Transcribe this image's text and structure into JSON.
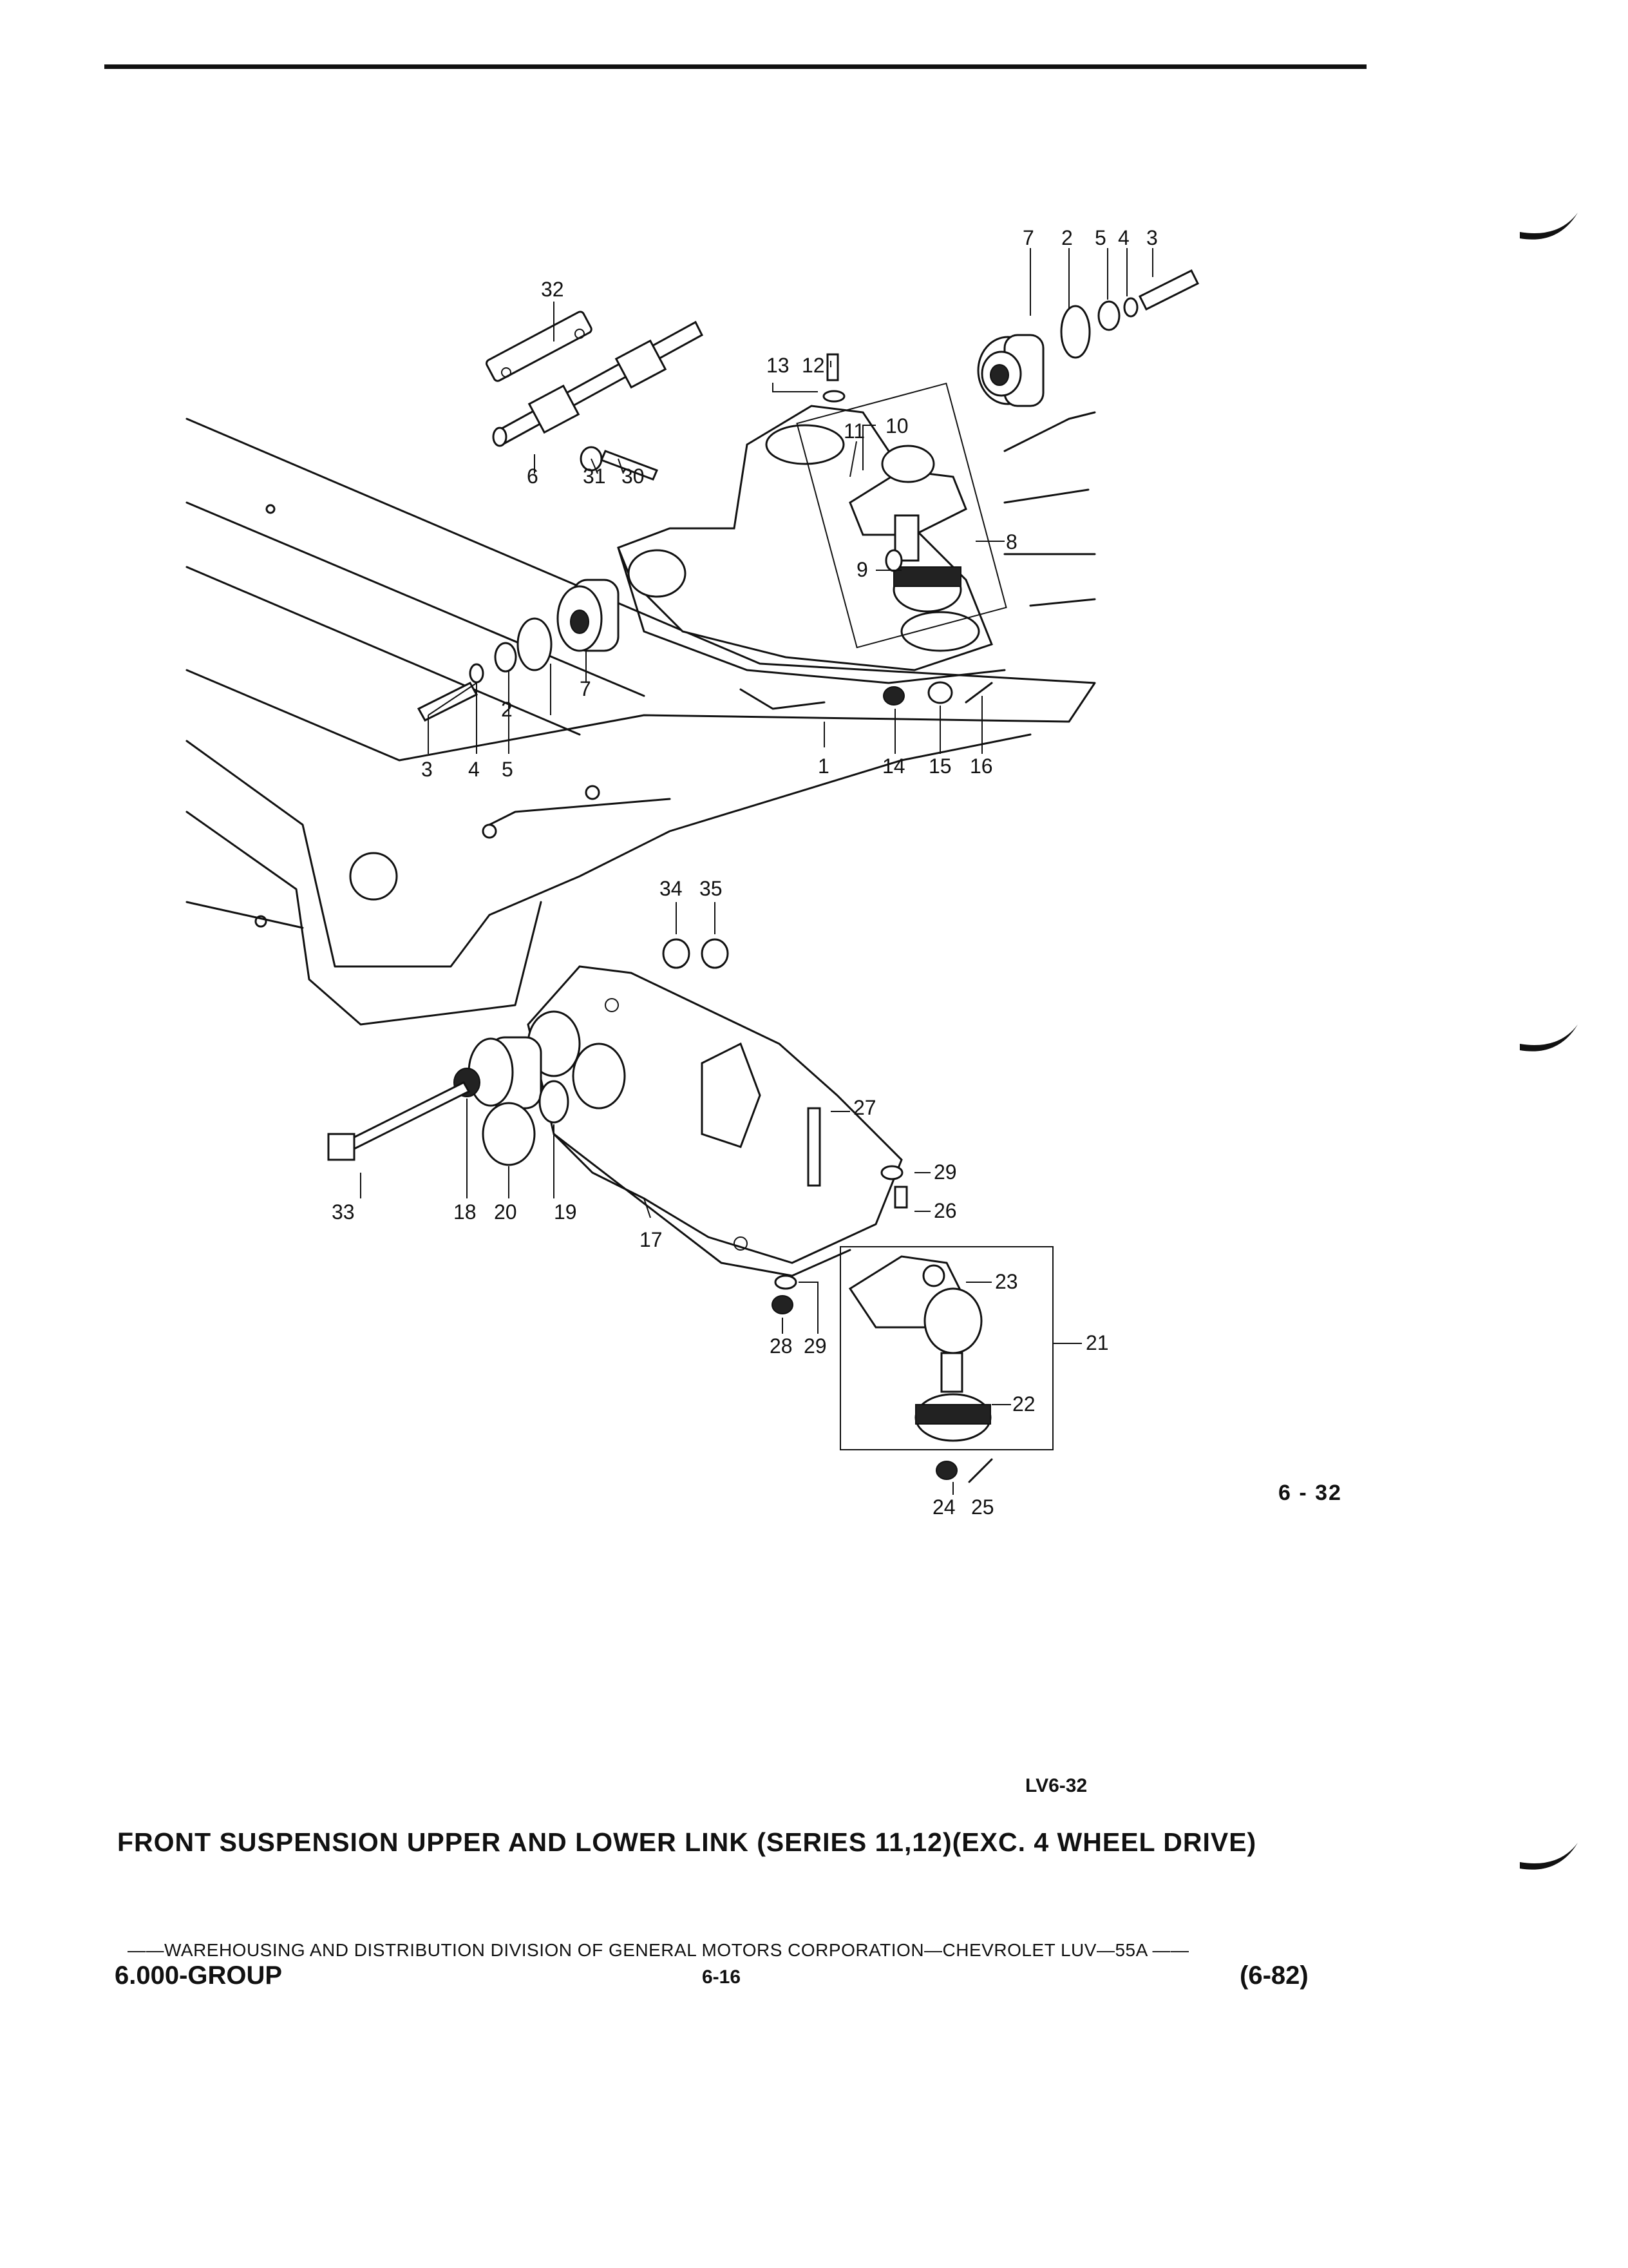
{
  "figure": {
    "callouts": [
      "1",
      "2",
      "3",
      "4",
      "5",
      "6",
      "7",
      "8",
      "9",
      "10",
      "11",
      "12",
      "13",
      "14",
      "15",
      "16",
      "17",
      "18",
      "19",
      "20",
      "21",
      "22",
      "23",
      "24",
      "25",
      "26",
      "27",
      "28",
      "29",
      "30",
      "31",
      "32",
      "33",
      "34",
      "35"
    ],
    "figure_number": "6 - 32",
    "reference_code": "LV6-32"
  },
  "title": "FRONT SUSPENSION UPPER AND LOWER LINK (SERIES 11,12)(EXC. 4 WHEEL DRIVE)",
  "footer": {
    "publisher_line": "——WAREHOUSING AND DISTRIBUTION  DIVISION OF GENERAL MOTORS CORPORATION—CHEVROLET LUV—55A  ——",
    "group": "6.000-GROUP",
    "page": "6-16",
    "date": "(6-82)"
  }
}
